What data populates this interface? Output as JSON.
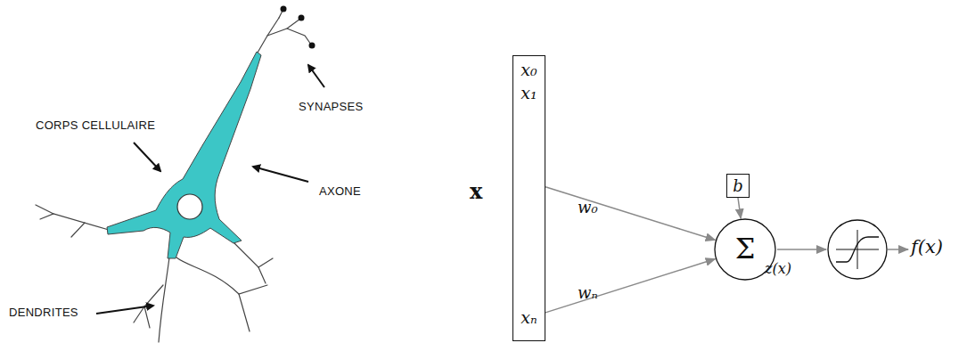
{
  "diagram": {
    "nodes": [
      {
        "text": [
          "x₀",
          "x₁",
          "xₙ"
        ]
      },
      {
        "text": [
          "b"
        ]
      },
      {
        "text": [
          "Σ"
        ]
      }
    ],
    "edges": [
      {
        "from": 0,
        "to": 2,
        "arrow": "to",
        "label": "w₀"
      },
      {
        "from": 0,
        "to": 2,
        "arrow": "to",
        "label": "wₙ"
      },
      {
        "from": 1,
        "to": 2,
        "arrow": "to"
      }
    ],
    "labels": [
      "CORPS CELLULAIRE",
      "AXONE",
      "SYNAPSES",
      "DENDRITES",
      "x",
      "z(x)",
      "f(x)"
    ]
  }
}
